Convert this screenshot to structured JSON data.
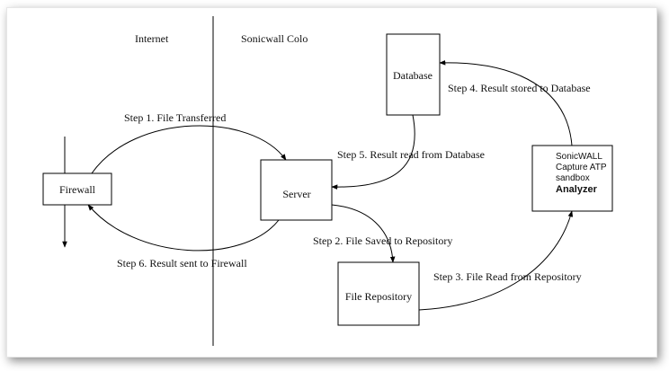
{
  "regions": {
    "internet": "Internet",
    "colo": "Sonicwall Colo"
  },
  "nodes": {
    "firewall": "Firewall",
    "server": "Server",
    "database": "Database",
    "repository": "File Repository",
    "analyzer": {
      "line1": "SonicWALL",
      "line2": "Capture ATP",
      "line3": "sandbox",
      "line4": "Analyzer"
    }
  },
  "steps": {
    "step1": "Step 1. File Transferred",
    "step2": "Step 2. File Saved to Repository",
    "step3": "Step 3. File Read from Repository",
    "step4": "Step 4. Result stored to Database",
    "step5": "Step 5. Result read from Database",
    "step6": "Step 6. Result sent to Firewall"
  }
}
